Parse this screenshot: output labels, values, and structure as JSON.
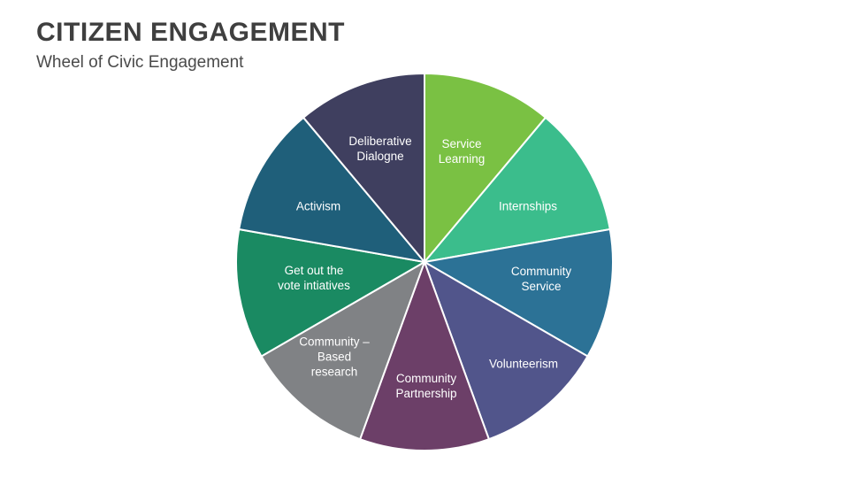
{
  "title": "CITIZEN ENGAGEMENT",
  "subtitle": "Wheel of Civic Engagement",
  "chart_data": {
    "type": "pie",
    "title": "CITIZEN ENGAGEMENT",
    "subtitle": "Wheel of Civic Engagement",
    "xlabel": "",
    "ylabel": "",
    "legend": "none",
    "grid": false,
    "categories": [
      "Service Learning",
      "Internships",
      "Community Service",
      "Volunteerism",
      "Community Partnership",
      "Community – Based research",
      "Get out the vote intiatives",
      "Activism",
      "Deliberative Dialogne"
    ],
    "values": [
      11.11,
      11.11,
      11.11,
      11.11,
      11.11,
      11.11,
      11.11,
      11.11,
      11.11
    ],
    "colors": [
      "#7ac143",
      "#3bbd8c",
      "#2c7296",
      "#51558b",
      "#6c3f68",
      "#808285",
      "#1a8a62",
      "#1f5f7a",
      "#3f3f5f"
    ],
    "slices": [
      {
        "label": "Service\nLearning",
        "color": "#7ac143",
        "value": 11.11,
        "start_angle": 0,
        "end_angle": 40,
        "label_x": 257,
        "label_y": 90
      },
      {
        "label": "Internships",
        "color": "#3bbd8c",
        "value": 11.11,
        "start_angle": 40,
        "end_angle": 80,
        "label_x": 332,
        "label_y": 152
      },
      {
        "label": "Community\nService",
        "color": "#2c7296",
        "value": 11.11,
        "start_angle": 80,
        "end_angle": 120,
        "label_x": 347,
        "label_y": 234
      },
      {
        "label": "Volunteerism",
        "color": "#51558b",
        "value": 11.11,
        "start_angle": 120,
        "end_angle": 160,
        "label_x": 327,
        "label_y": 330
      },
      {
        "label": "Community\nPartnership",
        "color": "#6c3f68",
        "value": 11.11,
        "start_angle": 160,
        "end_angle": 200,
        "label_x": 217,
        "label_y": 355
      },
      {
        "label": "Community –\nBased\nresearch",
        "color": "#808285",
        "value": 11.11,
        "start_angle": 200,
        "end_angle": 240,
        "label_x": 113,
        "label_y": 322
      },
      {
        "label": "Get out the\nvote intiatives",
        "color": "#1a8a62",
        "value": 11.11,
        "start_angle": 240,
        "end_angle": 280,
        "label_x": 90,
        "label_y": 233
      },
      {
        "label": "Activism",
        "color": "#1f5f7a",
        "value": 11.11,
        "start_angle": 280,
        "end_angle": 320,
        "label_x": 95,
        "label_y": 152
      },
      {
        "label": "Deliberative\nDialogne",
        "color": "#3f3f5f",
        "value": 11.11,
        "start_angle": 320,
        "end_angle": 360,
        "label_x": 165,
        "label_y": 87
      }
    ]
  }
}
